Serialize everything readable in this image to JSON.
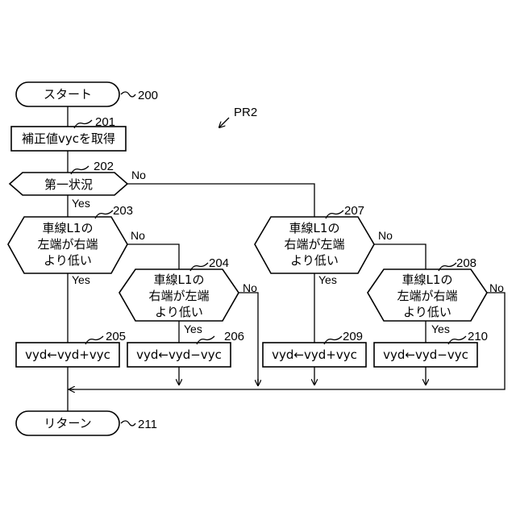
{
  "figure_label": "PR2",
  "nodes": {
    "start": {
      "text": "スタート",
      "ref": "200"
    },
    "acquire": {
      "text": "補正値vycを取得",
      "ref": "201"
    },
    "cond1": {
      "text": "第一状況",
      "ref": "202"
    },
    "d203": {
      "lines": [
        "車線L1の",
        "左端が右端",
        "より低い"
      ],
      "ref": "203"
    },
    "d204": {
      "lines": [
        "車線L1の",
        "右端が左端",
        "より低い"
      ],
      "ref": "204"
    },
    "d207": {
      "lines": [
        "車線L1の",
        "右端が左端",
        "より低い"
      ],
      "ref": "207"
    },
    "d208": {
      "lines": [
        "車線L1の",
        "左端が右端",
        "より低い"
      ],
      "ref": "208"
    },
    "p205": {
      "text": "vyd←vyd+vyc",
      "ref": "205"
    },
    "p206": {
      "text": "vyd←vyd−vyc",
      "ref": "206"
    },
    "p209": {
      "text": "vyd←vyd+vyc",
      "ref": "209"
    },
    "p210": {
      "text": "vyd←vyd−vyc",
      "ref": "210"
    },
    "return": {
      "text": "リターン",
      "ref": "211"
    }
  },
  "labels": {
    "yes": "Yes",
    "no": "No"
  }
}
